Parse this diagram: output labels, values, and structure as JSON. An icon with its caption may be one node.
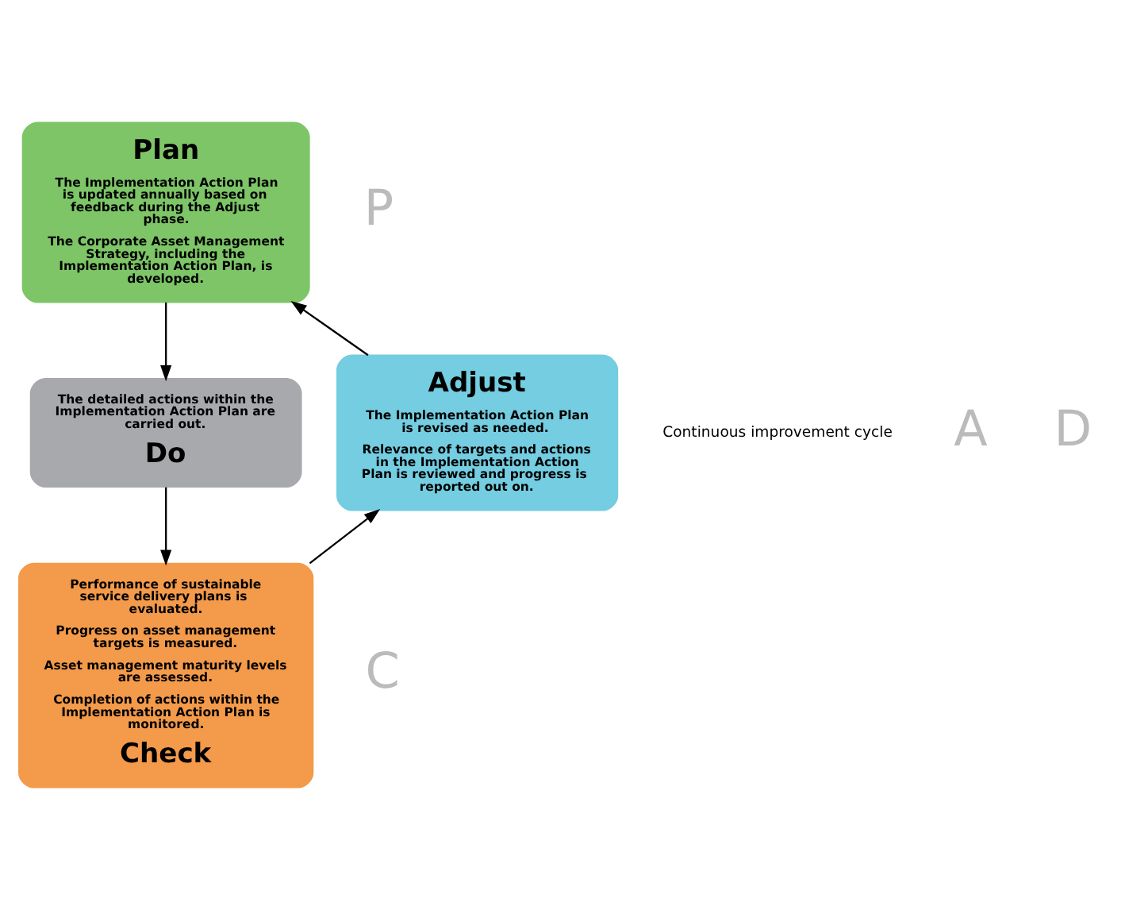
{
  "diagram": {
    "nodes": [
      {
        "text": [
          "Plan",
          "The Implementation Action Plan is updated annually based on feedback during the Adjust phase.",
          "The Corporate Asset Management Strategy, including the Implementation Action Plan, is developed."
        ]
      },
      {
        "text": [
          "Adjust",
          "The Implementation Action Plan is revised as needed.",
          "Relevance of targets and actions in the Implementation Action Plan is reviewed and progress is reported out on."
        ]
      },
      {
        "text": [
          "The detailed actions within the Implementation Action Plan are carried out.",
          "Do"
        ]
      },
      {
        "text": [
          "Performance of sustainable service delivery plans is evaluated.",
          "Progress on asset management targets is measured.",
          "Asset management maturity levels are assessed.",
          "Completion of actions within the Implementation Action Plan is monitored.",
          "Check"
        ]
      }
    ],
    "edges": [
      {
        "from": 0,
        "to": 2,
        "arrow": "to"
      },
      {
        "from": 2,
        "to": 3,
        "arrow": "to"
      },
      {
        "from": 3,
        "to": 1,
        "arrow": "to"
      },
      {
        "from": 1,
        "to": 0,
        "arrow": "to"
      }
    ],
    "labels": [
      "P",
      "Continuous improvement cycle",
      "A",
      "D",
      "C"
    ]
  }
}
